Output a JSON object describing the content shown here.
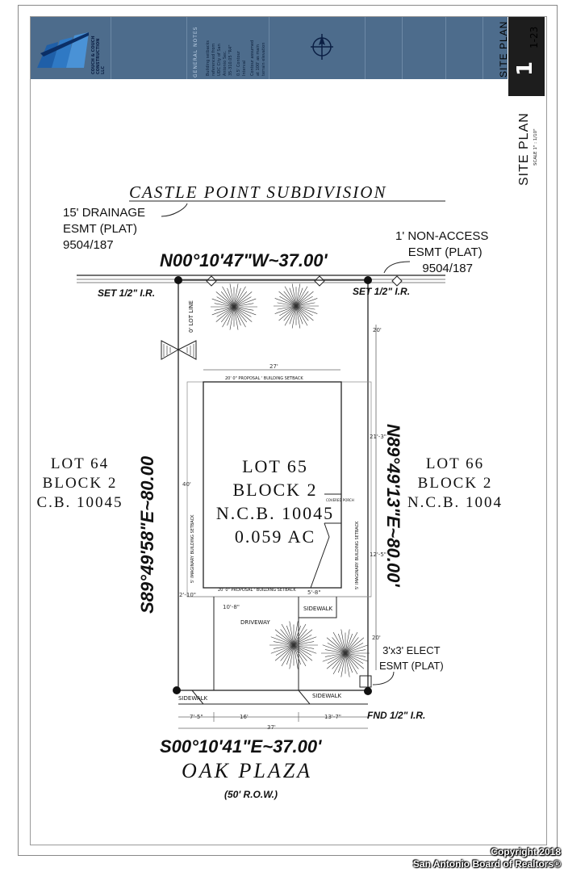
{
  "title_block": {
    "company": "COUCH & COUCH CONSTRUCTION LLC",
    "notes_heading": "GENERAL NOTES",
    "notes": [
      "Building setbacks",
      "referenced from",
      "UDC City of San",
      "Antonio Sec.",
      "35-310.05 \"R4\"",
      "0.5' Contour",
      "Interval",
      "Contour assumed",
      "at 100' as main",
      "terrain elevation"
    ],
    "sheet_title": "SITE PLAN",
    "sheet_number": "1",
    "sheet_ref": "1-23"
  },
  "drawing": {
    "side_title": "SITE PLAN",
    "side_scale": "SCALE 1\" : 1/10\"",
    "subdivision": "CASTLE POINT SUBDIVISION",
    "drainage": [
      "15' DRAINAGE",
      "ESMT (PLAT)",
      "9504/187"
    ],
    "non_access": [
      "1' NON-ACCESS",
      "ESMT (PLAT)",
      "9504/187"
    ],
    "bearing_north": "N00°10'47\"W~37.00'",
    "bearing_south": "S00°10'41\"E~37.00'",
    "bearing_west": "S89°49'58\"E~80.00",
    "bearing_east": "N89°49'13\"E~80.00'",
    "pin_nw": "SET 1/2\" I.R.",
    "pin_ne": "SET 1/2\" I.R.",
    "pin_se": "FND 1/2\" I.R.",
    "lot_line": "0' LOT LINE",
    "lot_64": [
      "LOT 64",
      "BLOCK 2",
      "C.B. 10045"
    ],
    "lot_65": [
      "LOT 65",
      "BLOCK 2",
      "N.C.B. 10045",
      "0.059 AC"
    ],
    "lot_66": [
      "LOT 66",
      "BLOCK 2",
      "N.C.B. 1004"
    ],
    "front_setback": "20' 0\" PROPOSAL ' BUILDING SETBACK",
    "rear_setback": "20' 0\" PROPOSAL ' BUILDING SETBACK",
    "side_setback_left": "5' IMAGINARY BUILDING SETBACK",
    "side_setback_right": "5' IMAGINARY BUILDING SETBACK",
    "covered_porch": "COVERED PORCH",
    "sidewalk_inner": "SIDEWALK",
    "sidewalk_left": "SIDEWALK",
    "sidewalk_right": "SIDEWALK",
    "driveway": "DRIVEWAY",
    "elect_esmt": [
      "3'x3' ELECT",
      "ESMT (PLAT)"
    ],
    "dims": {
      "top_width": "27'",
      "rear_gap": "20'",
      "house_depth_left": "40'",
      "house_depth_right": "21'-3\"",
      "right_lower": "12'-5\"",
      "right_front": "20'",
      "left_offset": "2'-10\"",
      "drive_width": "10'-8\"",
      "porch_offset": "5'-8\"",
      "bottom_1": "7'-5\"",
      "bottom_2": "16'",
      "bottom_3": "13'-7\"",
      "bottom_total": "37'"
    },
    "street": "OAK PLAZA",
    "row": "(50' R.O.W.)"
  },
  "copyright": [
    "Copyright 2018",
    "San Antonio Board of Realtors®"
  ]
}
